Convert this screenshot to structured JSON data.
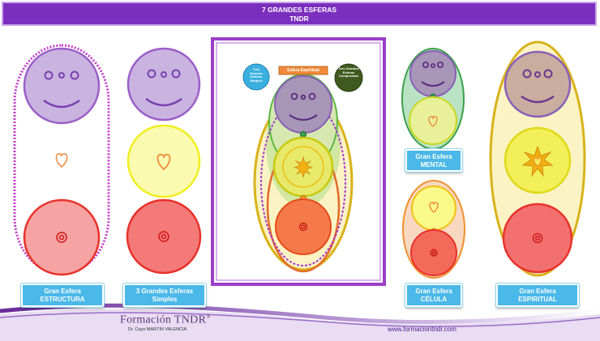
{
  "header": {
    "line1": "7 GRANDES ESFERAS",
    "line2": "TNDR"
  },
  "labels": {
    "estructura": {
      "line1": "Gran Esfera",
      "line2": "ESTRUCTURA"
    },
    "simples": {
      "line1": "3 Grandes Esferas",
      "line2": "Simples"
    },
    "mental": {
      "line1": "Gran Esfera",
      "line2": "MENTAL"
    },
    "celula": {
      "line1": "Gran Esfera",
      "line2": "CÉLULA"
    },
    "espiritual": {
      "line1": "Gran Esfera",
      "line2": "ESPIRITUAL"
    }
  },
  "center_panel": {
    "top_label": "Esfera Espiritual",
    "left_bubble": "Tres Grandes Esferas Simples",
    "right_bubble": "Tres Grandes Esferas Compuestas"
  },
  "footer": {
    "brand": "Formación TNDR",
    "registered": "®",
    "subtitle": "Dr. Cayo MARTIN VALENCIA",
    "url": "www.formaciontndr.com"
  },
  "colors": {
    "header": "#7b2fbe",
    "label": "#4ab8e8",
    "head": "#c9b4e0",
    "heart": "#fafab0",
    "belly": "#f26a6a",
    "frame": "#9b3fc8"
  }
}
